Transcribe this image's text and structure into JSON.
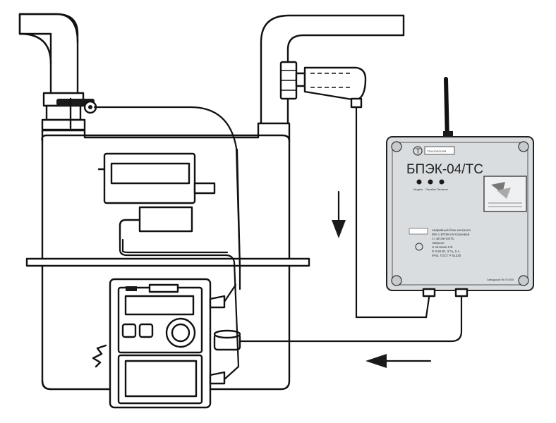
{
  "device": {
    "model_label": "БПЭК-04/ТС",
    "brand_label": "Т",
    "indicator_labels": [
      "Модем",
      "Ошибки",
      "Питание"
    ],
    "info_lines": [
      "Аварийный блок контроля",
      "IBS-1 ВПЭК-04 Ключевой",
      "ст. БПЭК-04/ТС",
      "Аверхон",
      "U питания 6 В",
      "Р, 0.66 Вт, 3 Гц, 5 А",
      "IP65, ГОСТ Р 51330"
    ],
    "serial_label": "Заводской № 0 0000",
    "badge_label": "ТЕХНОЛОГИЯ"
  },
  "colors": {
    "line": "#111111",
    "device_body": "#d9dde0",
    "background": "#ffffff"
  },
  "icons": {
    "arrow_down": "arrow-down-icon",
    "arrow_left": "arrow-left-icon",
    "antenna": "antenna-icon",
    "led": "indicator-led-icon"
  }
}
